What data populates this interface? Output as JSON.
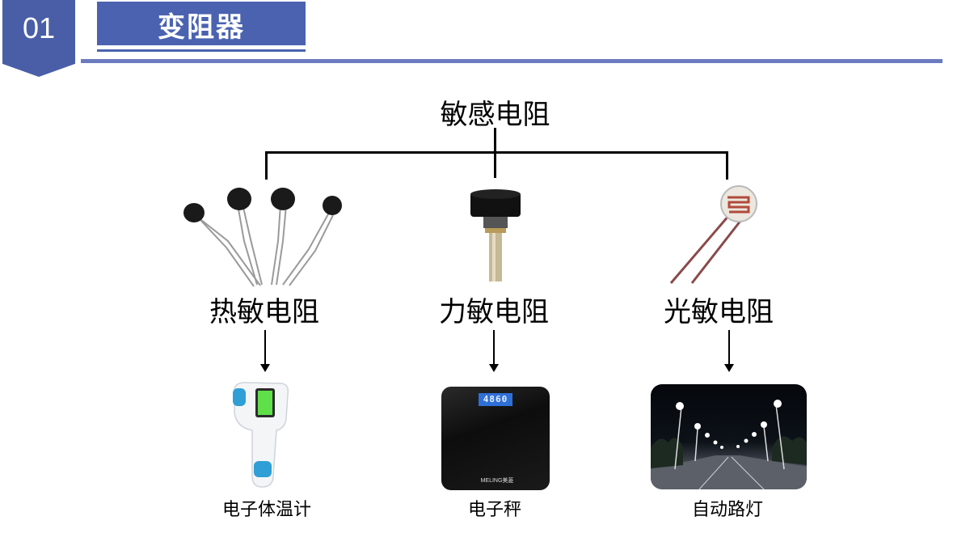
{
  "header": {
    "section_number": "01",
    "title": "变阻器"
  },
  "diagram": {
    "root": "敏感电阻",
    "branches": [
      {
        "name": "热敏电阻",
        "application": "电子体温计"
      },
      {
        "name": "力敏电阻",
        "application": "电子秤"
      },
      {
        "name": "光敏电阻",
        "application": "自动路灯"
      }
    ]
  },
  "photos": {
    "scale_display": "4860",
    "scale_brand": "MELING美菱"
  }
}
